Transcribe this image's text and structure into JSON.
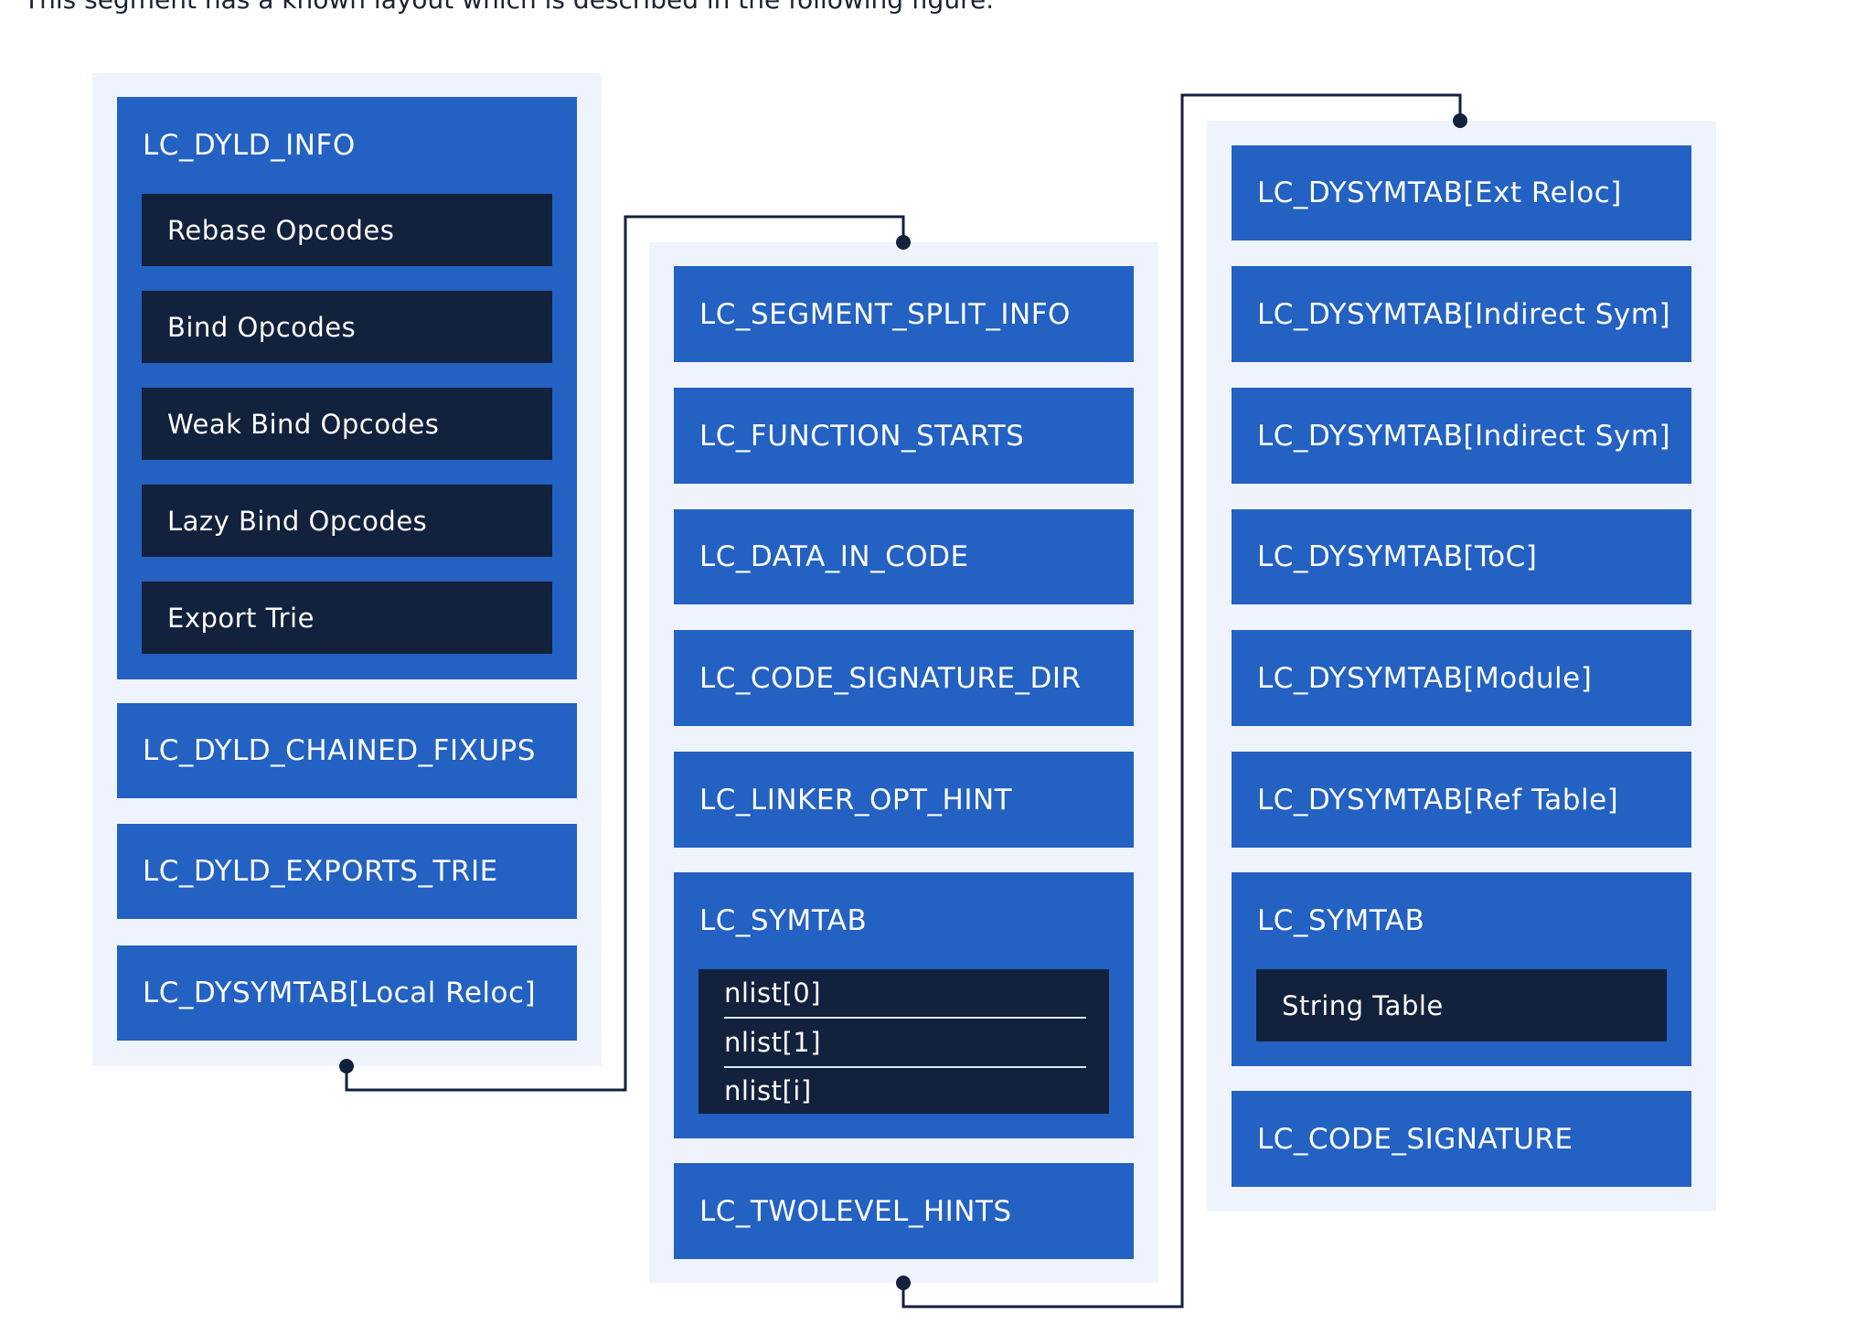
{
  "intro_text": "This segment has a known layout which is described in the following figure.",
  "colors": {
    "panel_bg": "#eff4fc",
    "blue_box": "#2361c2",
    "dark_box": "#12213c",
    "connector": "#12213c"
  },
  "column1": {
    "dyld_info": {
      "title": "LC_DYLD_INFO",
      "items": [
        "Rebase Opcodes",
        "Bind Opcodes",
        "Weak Bind Opcodes",
        "Lazy Bind Opcodes",
        "Export Trie"
      ]
    },
    "boxes": [
      "LC_DYLD_CHAINED_FIXUPS",
      "LC_DYLD_EXPORTS_TRIE",
      "LC_DYSYMTAB[Local Reloc]"
    ]
  },
  "column2": {
    "boxes": [
      "LC_SEGMENT_SPLIT_INFO",
      "LC_FUNCTION_STARTS",
      "LC_DATA_IN_CODE",
      "LC_CODE_SIGNATURE_DIR",
      "LC_LINKER_OPT_HINT"
    ],
    "symtab": {
      "title": "LC_SYMTAB",
      "nlist": [
        "nlist[0]",
        "nlist[1]",
        "nlist[i]"
      ]
    },
    "last_box": "LC_TWOLEVEL_HINTS"
  },
  "column3": {
    "boxes": [
      "LC_DYSYMTAB[Ext Reloc]",
      "LC_DYSYMTAB[Indirect Sym]",
      "LC_DYSYMTAB[Indirect Sym]",
      "LC_DYSYMTAB[ToC]",
      "LC_DYSYMTAB[Module]",
      "LC_DYSYMTAB[Ref Table]"
    ],
    "symtab": {
      "title": "LC_SYMTAB",
      "string_table": "String Table"
    },
    "last_box": "LC_CODE_SIGNATURE"
  }
}
